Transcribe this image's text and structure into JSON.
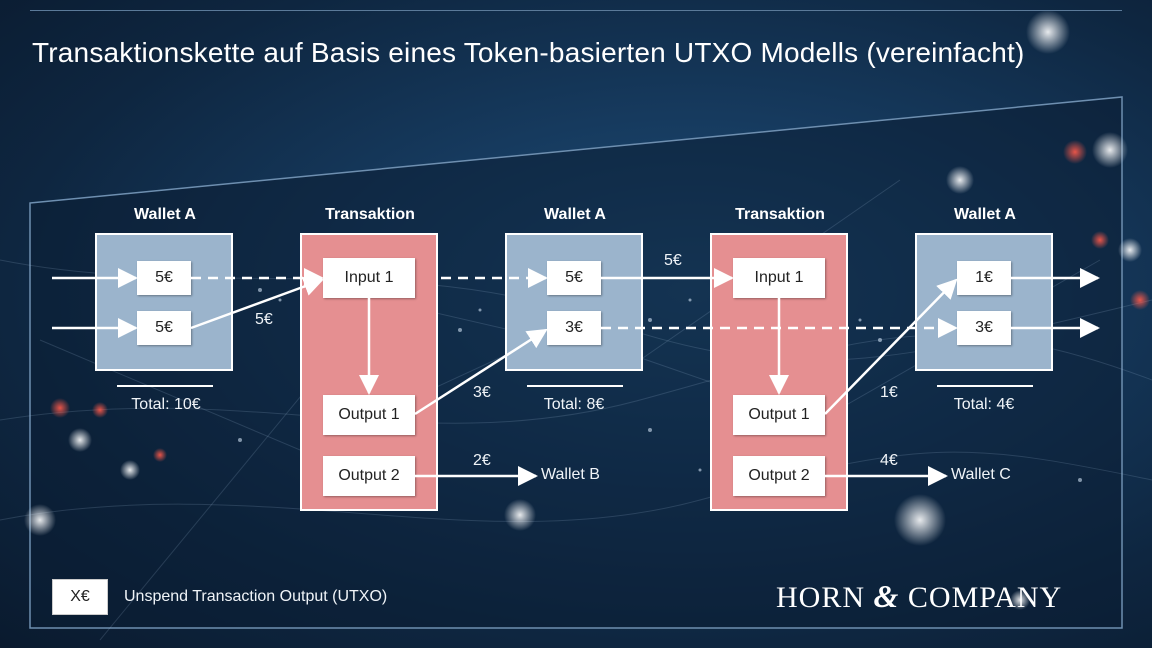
{
  "title": "Transaktionskette auf Basis eines Token-basierten UTXO Modells (vereinfacht)",
  "stages": [
    {
      "id": "w1",
      "type": "wallet",
      "header": "Wallet A",
      "cells": [
        "5€",
        "5€"
      ],
      "total": "Total: 10€"
    },
    {
      "id": "t1",
      "type": "transaction",
      "header": "Transaktion",
      "input": "Input 1",
      "output1": "Output 1",
      "output2": "Output 2"
    },
    {
      "id": "w2",
      "type": "wallet",
      "header": "Wallet A",
      "cells": [
        "5€",
        "3€"
      ],
      "total": "Total: 8€"
    },
    {
      "id": "t2",
      "type": "transaction",
      "header": "Transaktion",
      "input": "Input 1",
      "output1": "Output 1",
      "output2": "Output 2"
    },
    {
      "id": "w3",
      "type": "wallet",
      "header": "Wallet A",
      "cells": [
        "1€",
        "3€"
      ],
      "total": "Total: 4€"
    }
  ],
  "flow_labels": {
    "w1_to_t1": "5€",
    "t1_out1": "3€",
    "t1_out2": "2€",
    "w2_to_t2": "5€",
    "t2_out1": "1€",
    "t2_out2": "4€"
  },
  "destinations": {
    "t1_out2": "Wallet B",
    "t2_out2": "Wallet C"
  },
  "legend": {
    "sample": "X€",
    "text": "Unspend Transaction Output (UTXO)"
  },
  "logo": {
    "left": "HORN",
    "mark": "&",
    "right": "COMPANY"
  },
  "colors": {
    "wallet": "#9bb4cc",
    "transaction": "#e58f91",
    "cell": "#ffffff",
    "arrow": "#ffffff"
  }
}
